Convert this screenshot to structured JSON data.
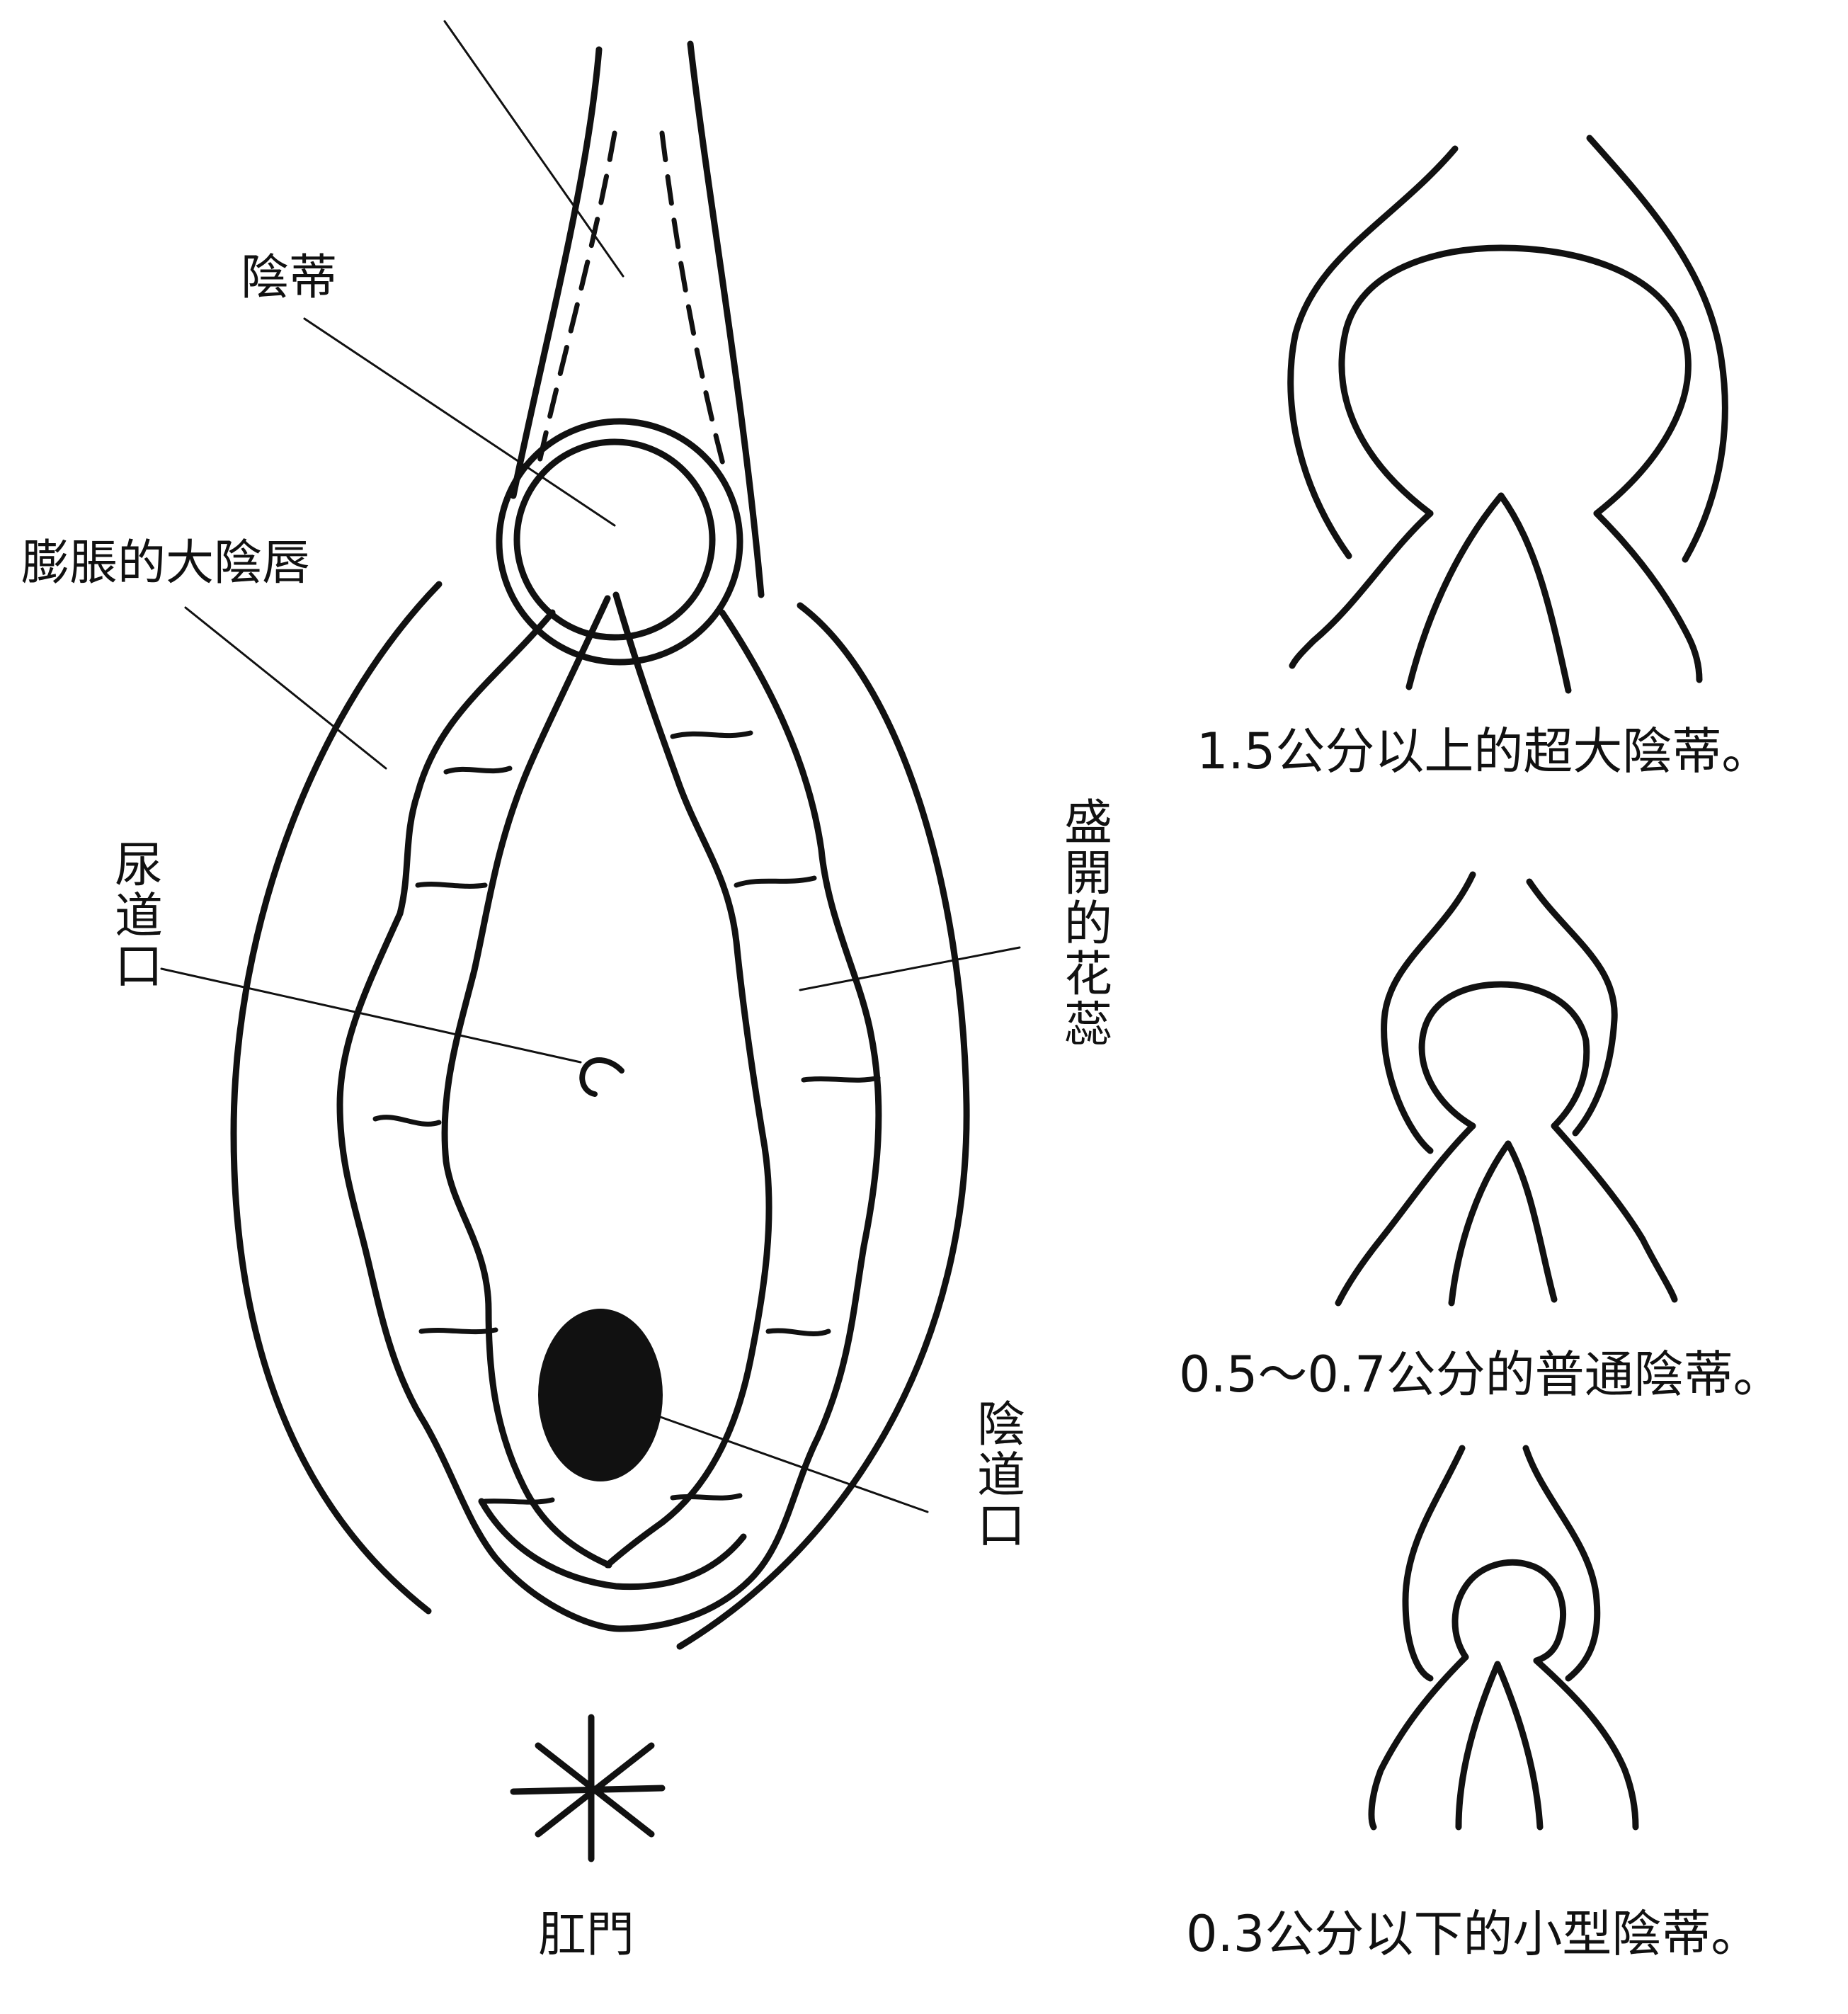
{
  "labels": {
    "clitoris": "陰蒂",
    "swollen_labia_majora": "膨脹的大陰唇",
    "urethral_opening": "尿道口",
    "blooming_petals": "盛開的花蕊",
    "vaginal_opening": "陰道口",
    "anus": "肛門"
  },
  "captions": {
    "large": "1.5公分以上的超大陰蒂。",
    "normal": "0.5～0.7公分的普通陰蒂。",
    "small": "0.3公分以下的小型陰蒂。"
  },
  "colors": {
    "ink": "#111111",
    "background": "#ffffff"
  }
}
